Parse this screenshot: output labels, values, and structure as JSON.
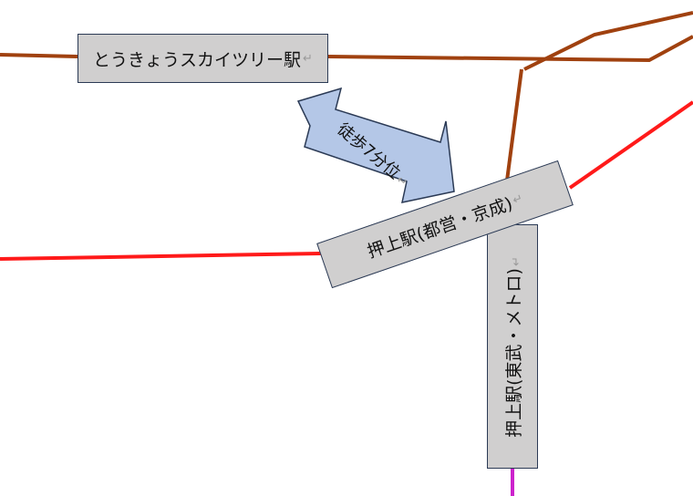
{
  "colors": {
    "brown_line": "#a0410f",
    "red_line": "#ff1a1a",
    "magenta_line": "#cc22cc",
    "station_fill": "#d0cfcf",
    "station_border": "#2b3a55",
    "arrow_fill": "#b4c7e7",
    "arrow_stroke": "#2b3a55"
  },
  "stations": {
    "skytree": "とうきょうスカイツリー駅",
    "oshiage_toei": "押上駅(都営・京成)",
    "oshiage_tobu": "押上駅(東武・メトロ)"
  },
  "walk": {
    "label": "徒歩7分位"
  },
  "return_mark": "↵"
}
